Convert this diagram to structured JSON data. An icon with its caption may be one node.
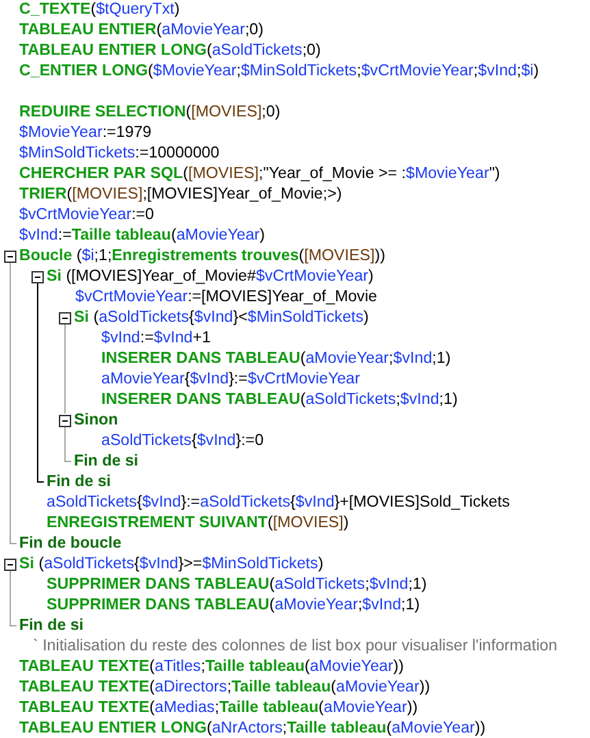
{
  "diagram": {
    "labels": [
      "**C_TEXTE**($tQueryTxt)",
      "**TABLEAU ENTIER**(aMovieYear;0)",
      "**TABLEAU ENTIER LONG**(aSoldTickets;0)",
      "**C_ENTIER LONG**($MovieYear;$MinSoldTickets;$vCrtMovieYear;$vInd;$i)",
      "**REDUIRE SELECTION**([MOVIES];0)",
      "$MovieYear:=1979",
      "$MinSoldTickets:=10000000",
      "**CHERCHER PAR SQL**([MOVIES];\"Year_of_Movie >= :$MovieYear\")",
      "**TRIER**([MOVIES];[MOVIES]Year_of_Movie;>)",
      "$vCrtMovieYear:=0",
      "$vInd:=**Taille tableau**(aMovieYear)",
      "**Boucle** ($i;1;**Enregistrements trouves**([MOVIES]))",
      "**Si** ([MOVIES]Year_of_Movie#$vCrtMovieYear)",
      "$vCrtMovieYear:=[MOVIES]Year_of_Movie",
      "**Si** (aSoldTickets{$vInd}<$MinSoldTickets)",
      "$vInd:=$vInd+1",
      "**INSERER DANS TABLEAU**(aMovieYear;$vInd;1)",
      "aMovieYear{$vInd}:=$vCrtMovieYear",
      "**INSERER DANS TABLEAU**(aSoldTickets;$vInd;1)",
      "Sinon",
      "aSoldTickets{$vInd}:=0",
      "Fin de si",
      "Fin de si",
      "aSoldTickets{$vInd}:=aSoldTickets{$vInd}+[MOVIES]Sold_Tickets",
      "**ENREGISTREMENT SUIVANT**([MOVIES])",
      "Fin de boucle",
      "**Si** (aSoldTickets{$vInd}>=$MinSoldTickets)",
      "**SUPPRIMER DANS TABLEAU**(aSoldTickets;$vInd;1)",
      "**SUPPRIMER DANS TABLEAU**(aMovieYear;$vInd;1)",
      "Fin de si",
      "` Initialisation du reste des colonnes de list box pour visualiser l'information",
      "**TABLEAU TEXTE**(aTitles;**Taille tableau**(aMovieYear))",
      "**TABLEAU TEXTE**(aDirectors;**Taille tableau**(aMovieYear))",
      "**TABLEAU TEXTE**(aMedias;**Taille tableau**(aMovieYear))",
      "**TABLEAU ENTIER LONG**(aNrActors;**Taille tableau**(aMovieYear))"
    ]
  }
}
